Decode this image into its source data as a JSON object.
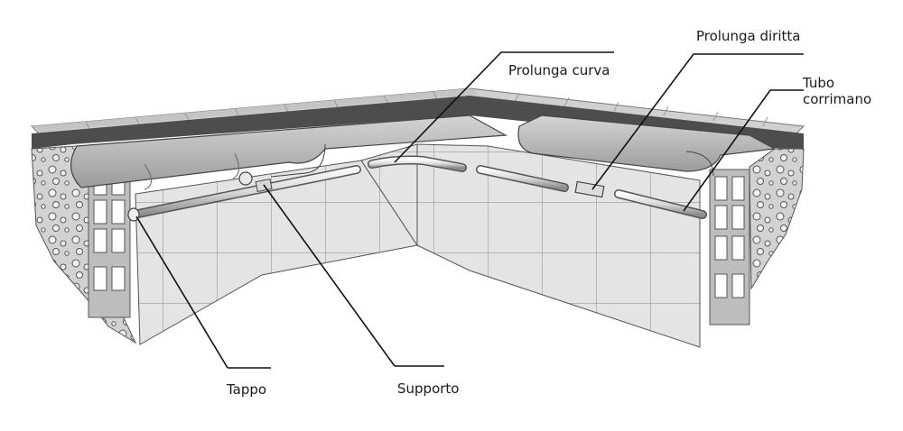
{
  "labels": {
    "tappo": "Tappo",
    "supporto": "Supporto",
    "prolunga_curva": "Prolunga curva",
    "prolunga_diritta": "Prolunga diritta",
    "tubo_line1": "Tubo",
    "tubo_line2": "corrimano"
  },
  "colors": {
    "line": "#111111",
    "tile": "#e6e6e6",
    "grout": "#9a9a9a",
    "coping": "#cfcfcf",
    "shadow": "#8a8a8a",
    "pipe": "#d9d9d9"
  }
}
